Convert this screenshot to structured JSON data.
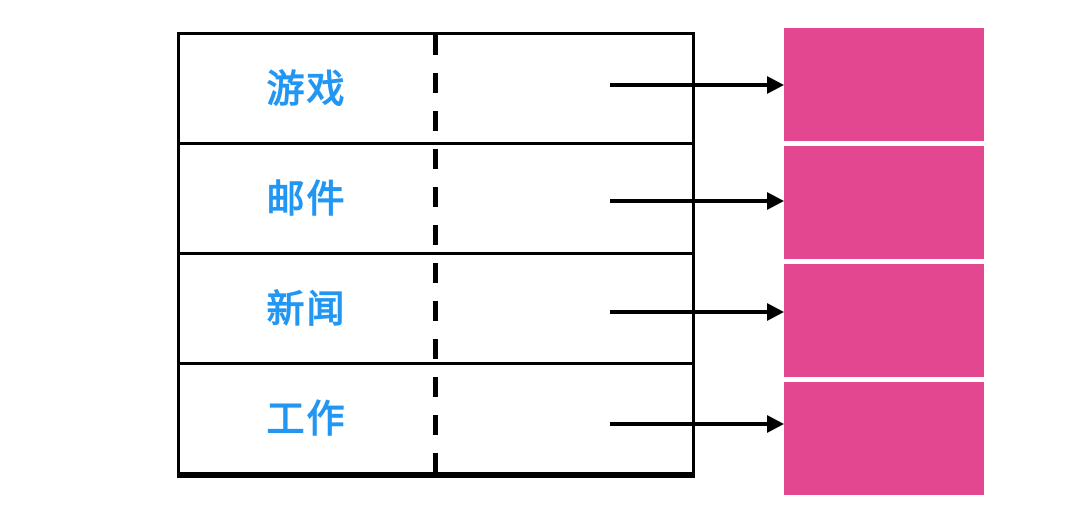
{
  "table": {
    "rows": [
      {
        "label": "游戏"
      },
      {
        "label": "邮件"
      },
      {
        "label": "新闻"
      },
      {
        "label": "工作"
      }
    ]
  },
  "arrows": {
    "count": 4
  },
  "target_boxes": {
    "count": 4
  },
  "colors": {
    "label-blue": "#2196F3",
    "box-pink": "#E3478F",
    "line-black": "#000000"
  }
}
